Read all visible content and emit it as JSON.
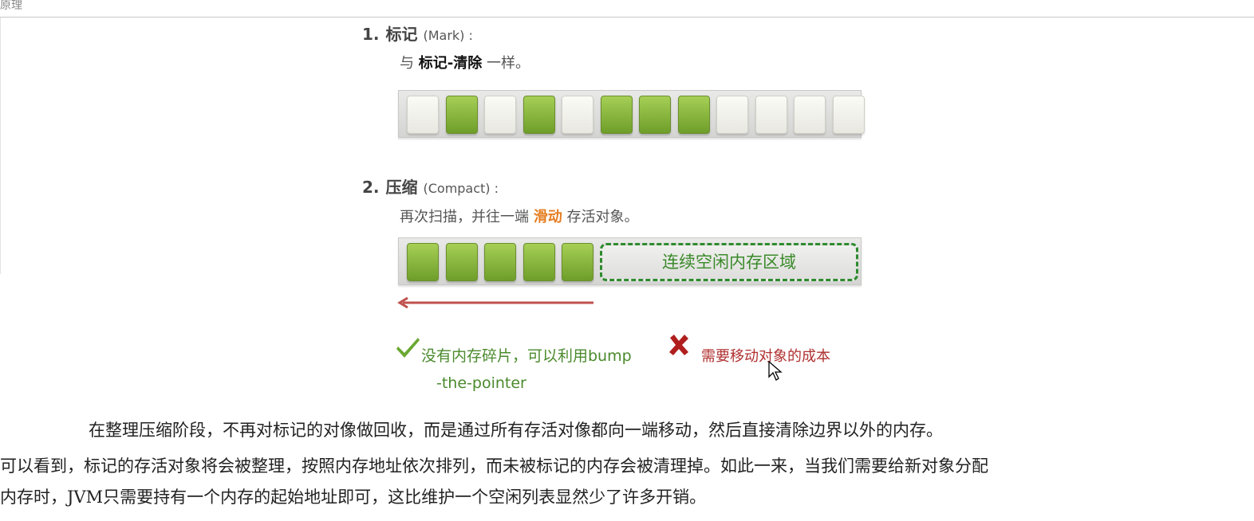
{
  "header": {
    "title": "原理"
  },
  "section1": {
    "number": "1.",
    "title": "标记",
    "subtitle": "(Mark) :",
    "desc_prefix": "与",
    "desc_bold": "标记-清除",
    "desc_suffix": "一样。",
    "cells": [
      "white",
      "green",
      "white",
      "green",
      "white",
      "green",
      "green",
      "green",
      "white",
      "white",
      "white",
      "white"
    ]
  },
  "section2": {
    "number": "2.",
    "title": "压缩",
    "subtitle": "(Compact) :",
    "desc_prefix": "再次扫描，并往一端",
    "desc_highlight": "滑动",
    "desc_suffix": "存活对象。",
    "cells": [
      "green",
      "green",
      "green",
      "green",
      "green"
    ],
    "free_region_label": "连续空闲内存区域"
  },
  "pros": {
    "line1": "没有内存碎片，可以利用bump",
    "line2": "-the-pointer"
  },
  "cons": {
    "text": "需要移动对象的成本"
  },
  "paragraphs": {
    "p1": "在整理压缩阶段，不再对标记的对像做回收，而是通过所有存活对像都向一端移动，然后直接清除边界以外的内存。",
    "p2_line1": "可以看到，标记的存活对象将会被整理，按照内存地址依次排列，而未被标记的内存会被清理掉。如此一来，当我们需要给新对象分配",
    "p2_line2": "内存时，JVM只需要持有一个内存的起始地址即可，这比维护一个空闲列表显然少了许多开销。"
  },
  "colors": {
    "live_object": "#8dbb3f",
    "free_block": "#f2f2ec",
    "highlight_orange": "#e67e22",
    "pro_green": "#4a8a2c",
    "con_red": "#b03030",
    "arrow_red": "#c0504d"
  }
}
